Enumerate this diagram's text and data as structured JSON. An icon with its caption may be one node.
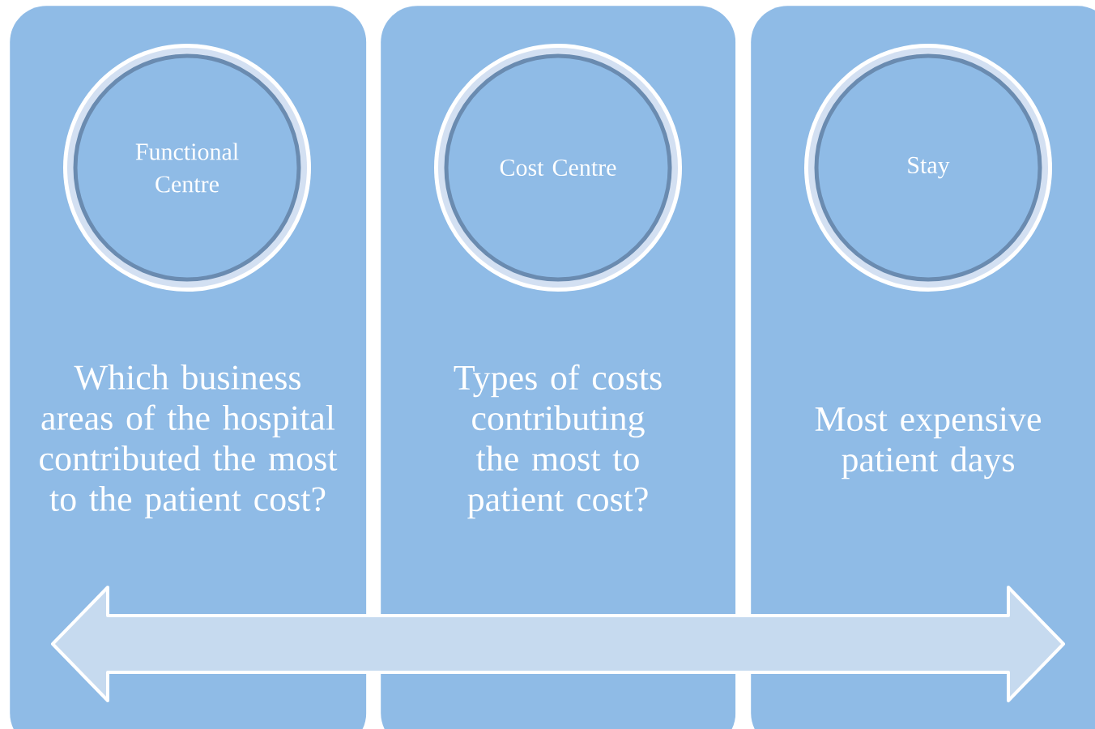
{
  "diagram": {
    "nodes": [
      {
        "text": [
          "Which business areas of the hospital contributed the most to the patient cost?"
        ]
      },
      {
        "text": [
          "Functional Centre"
        ],
        "in": 0
      },
      {
        "text": [
          "Types of costs contributing the most to patient cost?"
        ]
      },
      {
        "text": [
          "Cost Centre"
        ],
        "in": 2
      },
      {
        "text": [
          "Most expensive patient days"
        ]
      },
      {
        "text": [
          "Stay"
        ],
        "in": 4
      }
    ]
  }
}
